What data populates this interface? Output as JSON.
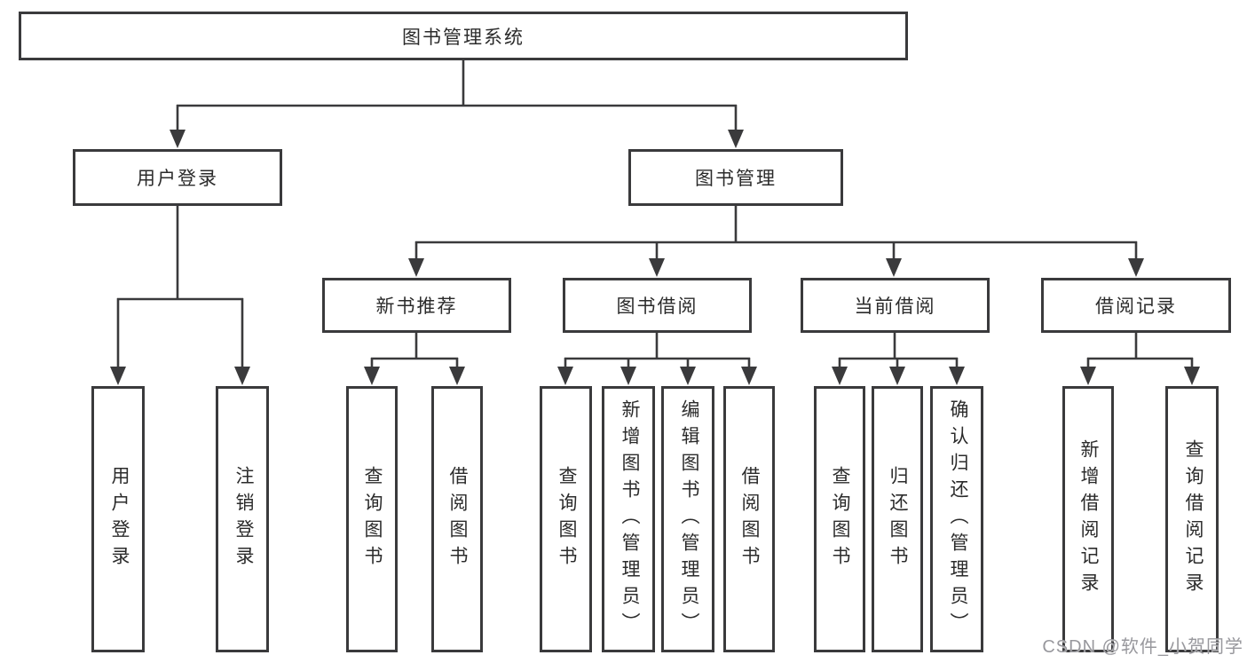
{
  "diagram": {
    "title": "图书管理系统",
    "level2": [
      "用户登录",
      "图书管理"
    ],
    "level3": [
      "新书推荐",
      "图书借阅",
      "当前借阅",
      "借阅记录"
    ],
    "leaves": {
      "user_login": [
        "用户登录",
        "注销登录"
      ],
      "new_book_recommend": [
        "查询图书",
        "借阅图书"
      ],
      "book_borrow": [
        "查询图书",
        "新增图书（管理员）",
        "编辑图书（管理员）",
        "借阅图书"
      ],
      "current_borrow": [
        "查询图书",
        "归还图书",
        "确认归还（管理员）"
      ],
      "borrow_record": [
        "新增借阅记录",
        "查询借阅记录"
      ]
    },
    "style": {
      "line_color": "#3a3a3c",
      "text_color": "#2b2b2b",
      "background": "#ffffff",
      "watermark_color": "#98989d"
    }
  },
  "watermark": "CSDN @软件_小贺同学"
}
